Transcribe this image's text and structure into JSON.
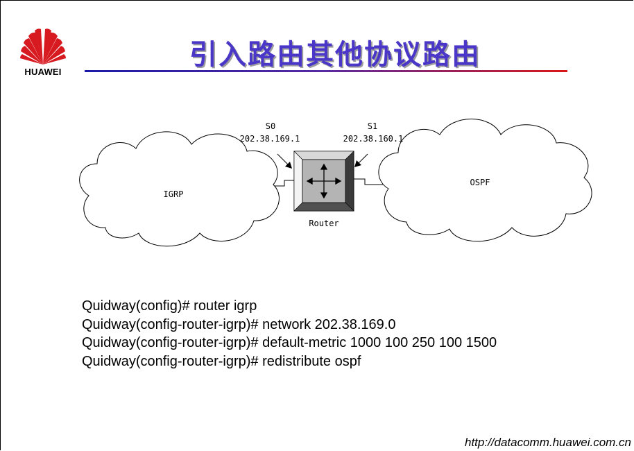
{
  "header": {
    "brand": "HUAWEI",
    "title": "引入路由其他协议路由"
  },
  "diagram": {
    "left_network": "IGRP",
    "right_network": "OSPF",
    "router_label": "Router",
    "interfaces": [
      {
        "name": "S0",
        "address": "202.38.169.1"
      },
      {
        "name": "S1",
        "address": "202.38.160.1"
      }
    ]
  },
  "config": {
    "lines": [
      "Quidway(config)# router igrp",
      "Quidway(config-router-igrp)# network 202.38.169.0",
      "Quidway(config-router-igrp)# default-metric 1000 100 250 100 1500",
      "Quidway(config-router-igrp)# redistribute ospf"
    ]
  },
  "footer": {
    "url": "http://datacomm.huawei.com.cn"
  }
}
